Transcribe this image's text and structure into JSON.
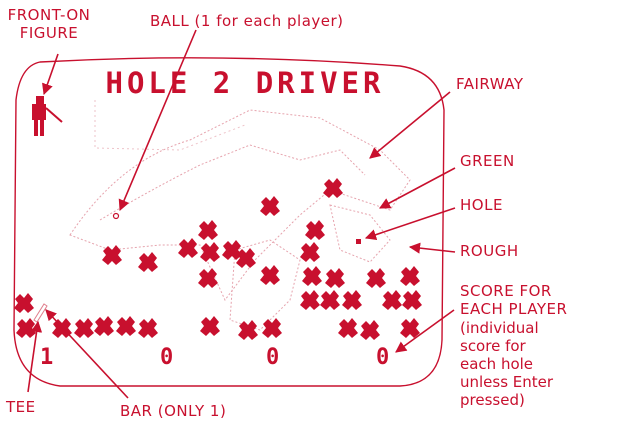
{
  "labels": {
    "front_on_figure": [
      "FRONT-ON",
      "FIGURE"
    ],
    "ball": "BALL (1 for each player)",
    "fairway": "FAIRWAY",
    "green": "GREEN",
    "hole": "HOLE",
    "rough": "ROUGH",
    "score": [
      "SCORE FOR",
      "EACH PLAYER"
    ],
    "score_note": [
      "(individual",
      "score for",
      "each hole",
      "unless Enter",
      "pressed)"
    ],
    "tee": "TEE",
    "bar": "BAR (ONLY 1)"
  },
  "screen": {
    "title": "HOLE 2 DRIVER",
    "scores": [
      "1",
      "0",
      "0",
      "0"
    ]
  },
  "colors": {
    "ink": "#c8102e"
  },
  "icons": [
    "golfer-figure-icon",
    "tree-icon",
    "ball-icon",
    "hole-icon",
    "tee-icon",
    "bar-icon"
  ]
}
